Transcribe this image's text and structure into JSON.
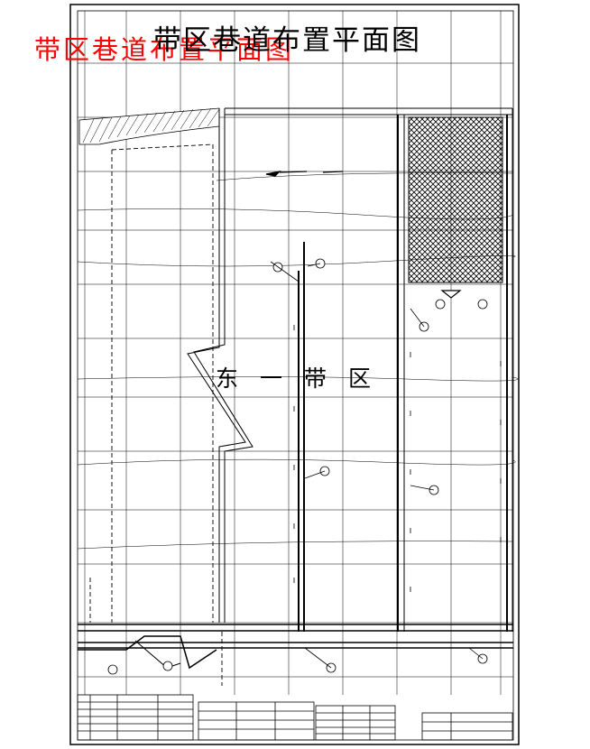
{
  "drawing": {
    "title": "带区巷道布置平面图",
    "overlay_title": "带区巷道布置平面图",
    "zone_label_chars": [
      "东",
      "一",
      "带",
      "区"
    ]
  }
}
